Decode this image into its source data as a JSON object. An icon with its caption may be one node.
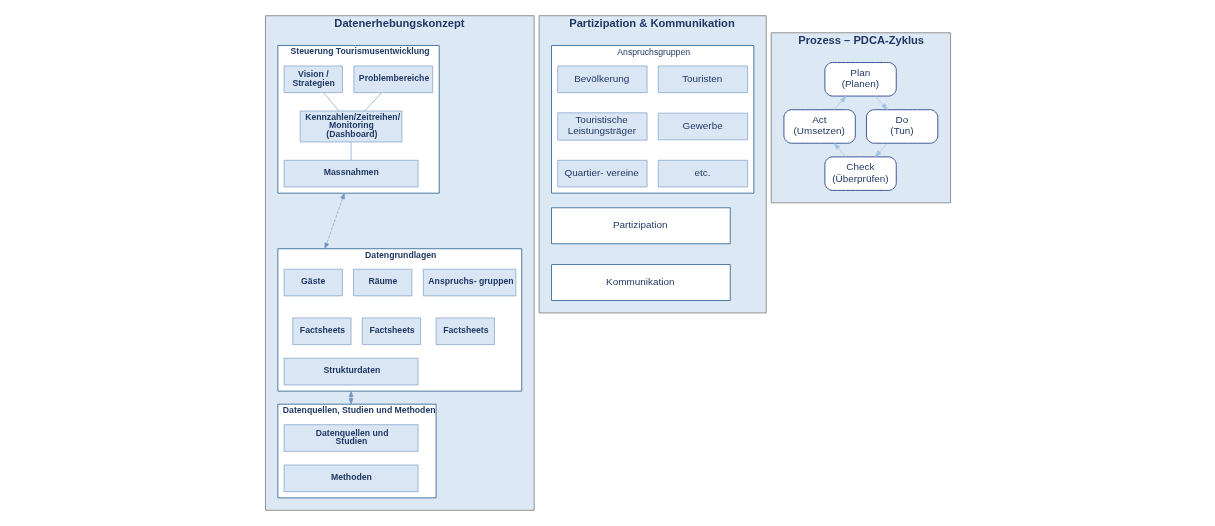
{
  "diagram": {
    "nodes": [
      {
        "text": [
          "Datenerhebungskonzept"
        ]
      },
      {
        "text": [
          "Steuerung Tourismusentwicklung"
        ],
        "in": 0
      },
      {
        "text": [
          "Vision / Strategien"
        ],
        "in": 1
      },
      {
        "text": [
          "Problembereiche"
        ],
        "in": 1
      },
      {
        "text": [
          "Kennzahlen/Zeitreihen/ Monitoring (Dashboard)"
        ],
        "in": 1
      },
      {
        "text": [
          "Massnahmen"
        ],
        "in": 1
      },
      {
        "text": [
          "Datengrundlagen"
        ],
        "in": 0
      },
      {
        "text": [
          "Gäste"
        ],
        "in": 6
      },
      {
        "text": [
          "Räume"
        ],
        "in": 6
      },
      {
        "text": [
          "Anspruchs- gruppen"
        ],
        "in": 6
      },
      {
        "text": [
          "Factsheets"
        ],
        "in": 6
      },
      {
        "text": [
          "Factsheets"
        ],
        "in": 6
      },
      {
        "text": [
          "Factsheets"
        ],
        "in": 6
      },
      {
        "text": [
          "Strukturdaten"
        ],
        "in": 6
      },
      {
        "text": [
          "Datenquellen, Studien und Methoden"
        ],
        "in": 0
      },
      {
        "text": [
          "Datenquellen und Studien"
        ],
        "in": 14
      },
      {
        "text": [
          "Methoden"
        ],
        "in": 14
      },
      {
        "text": [
          "Partizipation & Kommunikation"
        ]
      },
      {
        "text": [
          "Anspruchsgruppen"
        ],
        "in": 17
      },
      {
        "text": [
          "Bevölkerung"
        ],
        "in": 18
      },
      {
        "text": [
          "Touristen"
        ],
        "in": 18
      },
      {
        "text": [
          "Touristische Leistungsträger"
        ],
        "in": 18
      },
      {
        "text": [
          "Gewerbe"
        ],
        "in": 18
      },
      {
        "text": [
          "Quartier- vereine"
        ],
        "in": 18
      },
      {
        "text": [
          "etc."
        ],
        "in": 18
      },
      {
        "text": [
          "Partizipation"
        ],
        "in": 17
      },
      {
        "text": [
          "Kommunikation"
        ],
        "in": 17
      },
      {
        "text": [
          "Prozess – PDCA-Zyklus"
        ]
      },
      {
        "text": [
          "Plan (Planen)"
        ],
        "in": 27
      },
      {
        "text": [
          "Do (Tun)"
        ],
        "in": 27
      },
      {
        "text": [
          "Check (Überprüfen)"
        ],
        "in": 27
      },
      {
        "text": [
          "Act (Umsetzen)"
        ],
        "in": 27
      }
    ],
    "edges": [
      {
        "from": 2,
        "to": 4,
        "arrow": "none"
      },
      {
        "from": 3,
        "to": 4,
        "arrow": "none"
      },
      {
        "from": 4,
        "to": 5,
        "arrow": "none"
      },
      {
        "from": 1,
        "to": 6,
        "arrow": "both",
        "style": "dashed"
      },
      {
        "from": 6,
        "to": 14,
        "arrow": "both",
        "style": "dashed"
      },
      {
        "from": 28,
        "to": 29,
        "arrow": "to",
        "color": "#9dc3e6"
      },
      {
        "from": 29,
        "to": 30,
        "arrow": "to",
        "color": "#9dc3e6"
      },
      {
        "from": 30,
        "to": 31,
        "arrow": "to",
        "color": "#9dc3e6"
      },
      {
        "from": 31,
        "to": 28,
        "arrow": "to",
        "color": "#9dc3e6"
      }
    ]
  }
}
